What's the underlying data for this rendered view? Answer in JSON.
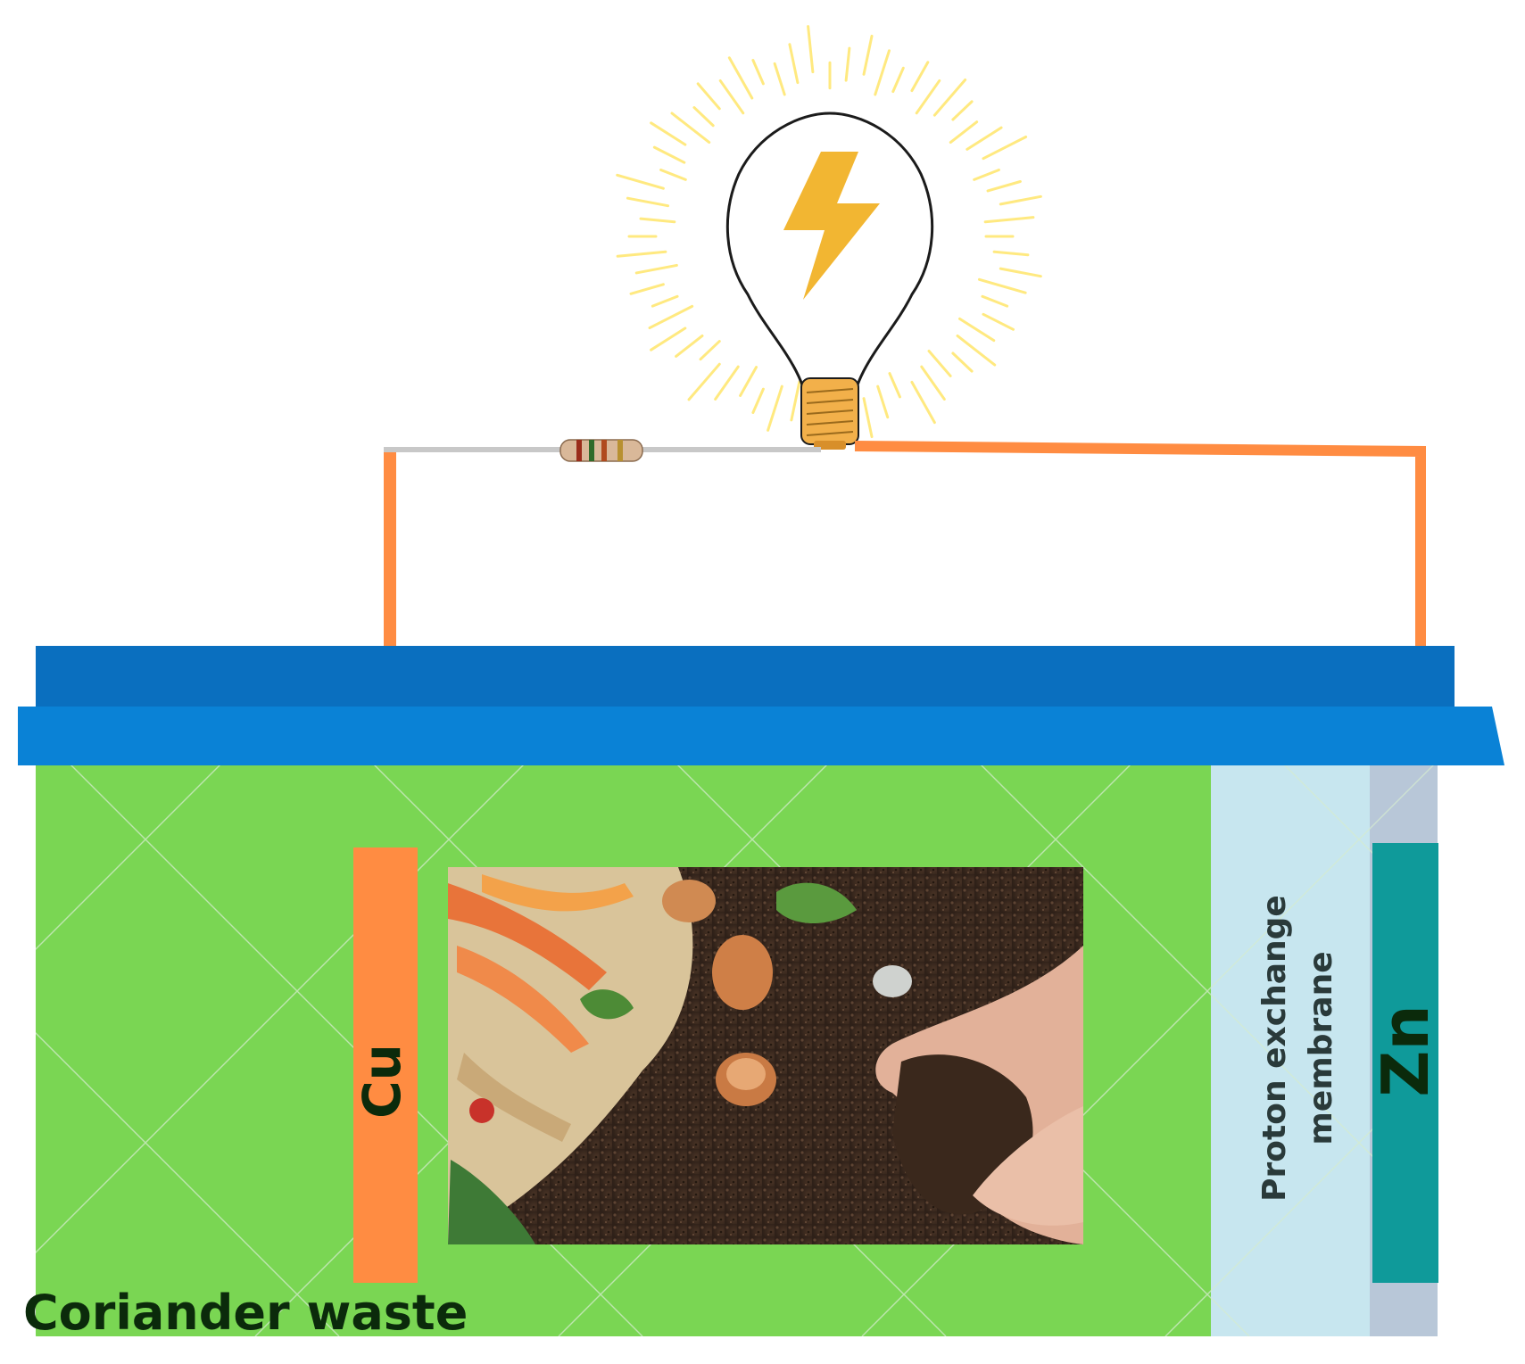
{
  "labels": {
    "cathode": "Cu",
    "anode": "Zn",
    "membrane_line1": "Proton exchange",
    "membrane_line2": "membrane",
    "substrate": "Coriander waste"
  },
  "colors": {
    "background": "#ffffff",
    "chamber": "#7ad653",
    "lid_top": "#0a6fbf",
    "lid_bottom": "#0a82d6",
    "copper": "#ff8c42",
    "zinc": "#0f9a9a",
    "membrane": "#c7e6ef",
    "wire": "#ff8c42",
    "bulb_glow": "#ffe66b",
    "bolt": "#f2b632",
    "bulb_base": "#f2b04a",
    "label_dark": "#0b2a0b"
  },
  "icons": {
    "bulb": "light-bulb-icon",
    "bolt": "lightning-bolt-icon",
    "resistor": "resistor-icon"
  }
}
